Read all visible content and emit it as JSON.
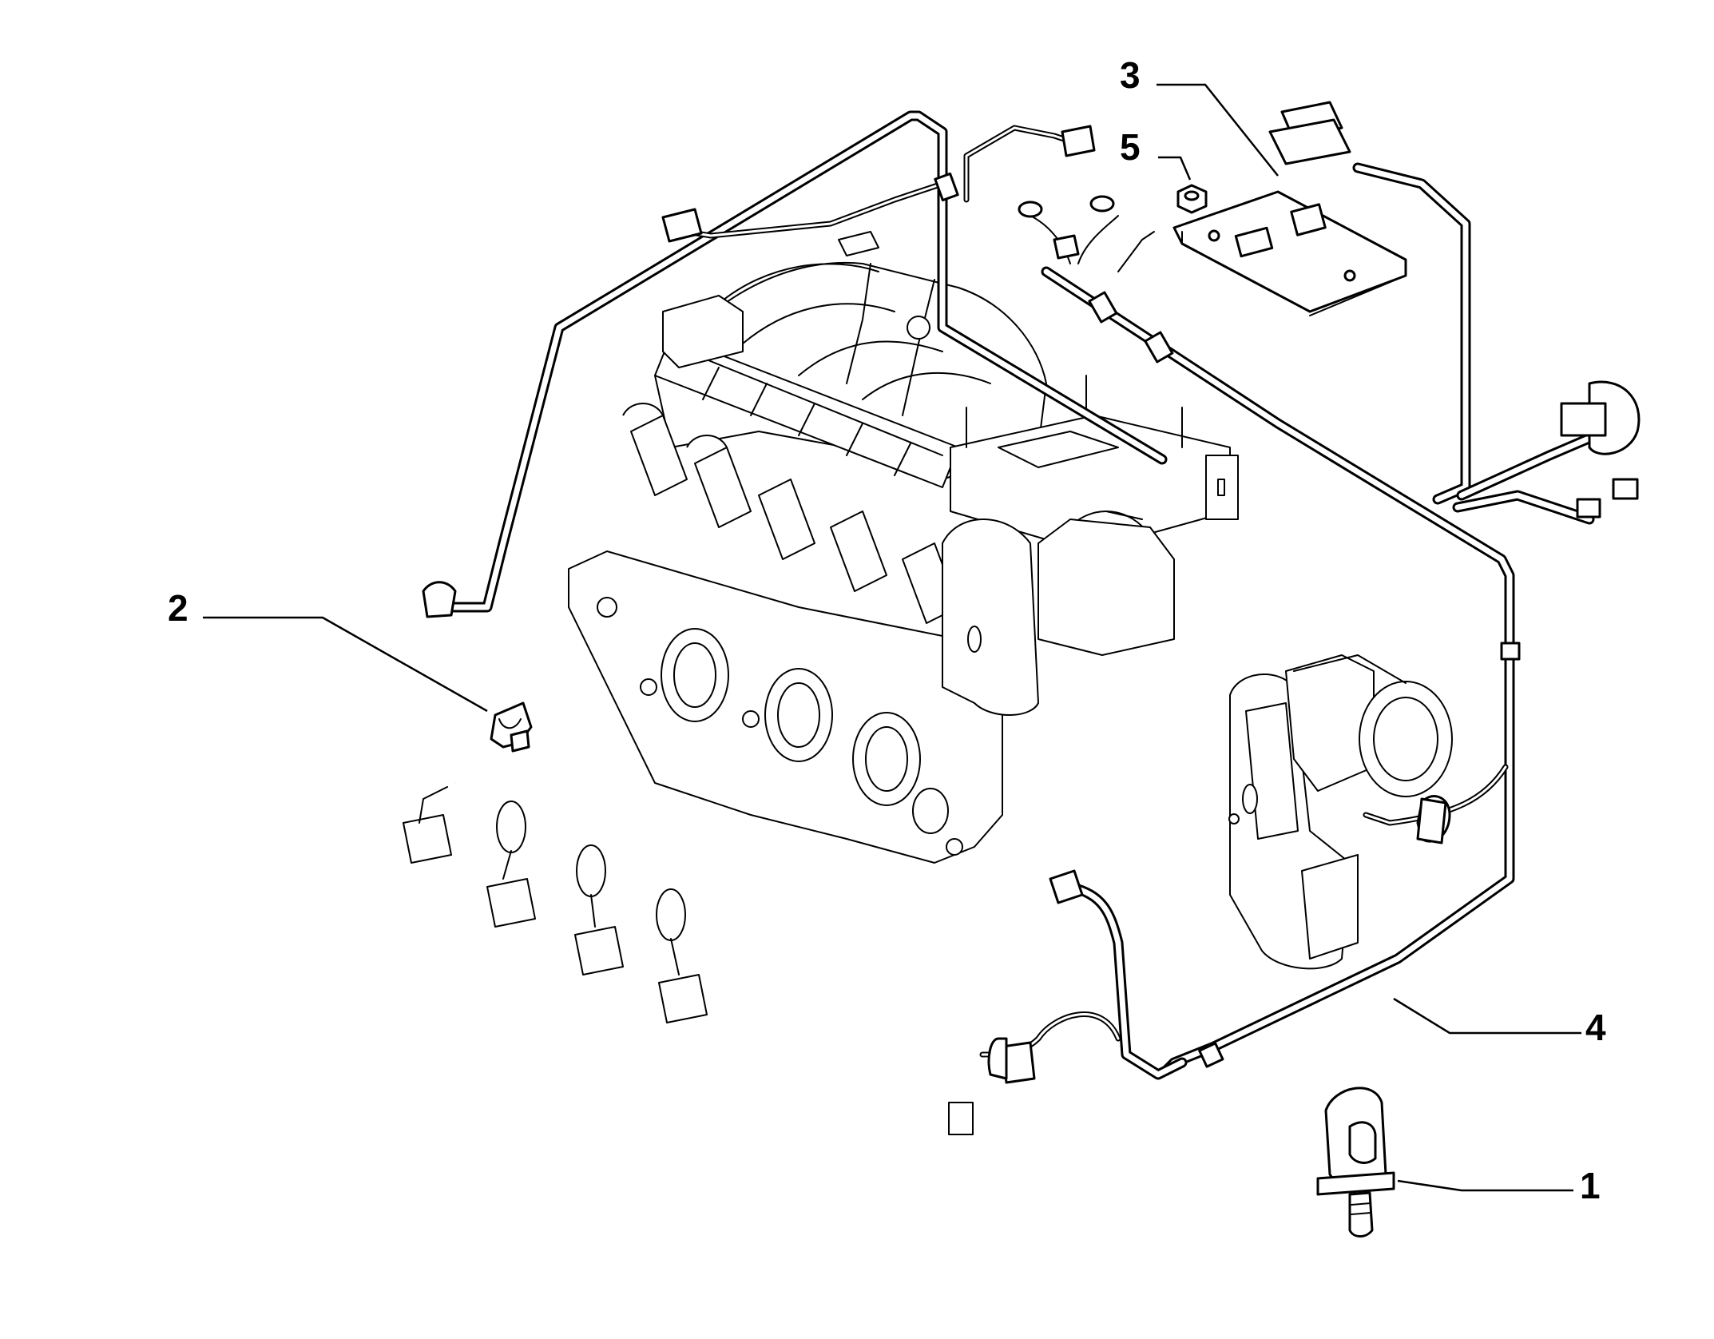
{
  "callouts": {
    "item_1": "1",
    "item_2": "2",
    "item_3": "3",
    "item_4": "4",
    "item_5": "5"
  }
}
